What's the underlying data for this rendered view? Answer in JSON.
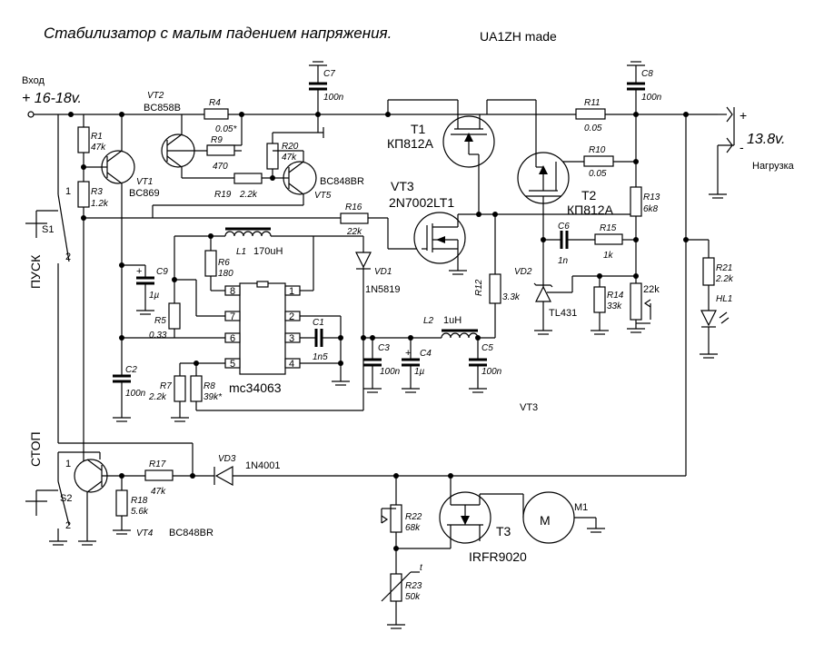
{
  "title": "Стабилизатор с малым падением напряжения.",
  "author": "UA1ZH made",
  "input": {
    "label": "Вход",
    "voltage": "+ 16-18v."
  },
  "output": {
    "voltage": "13.8v.",
    "load": "Нагрузка",
    "plus": "+",
    "minus": "-"
  },
  "buttons": {
    "start": "ПУСК",
    "stop": "СТОП",
    "s1": "S1",
    "s2": "S2",
    "pin1": "1",
    "pin2": "2"
  },
  "transistors": {
    "vt1_name": "VT1",
    "vt1_type": "BC869",
    "vt2_name": "VT2",
    "vt2_type": "BC858B",
    "vt5_name": "VT5",
    "vt5_type": "BC848BR",
    "vt4_name": "VT4",
    "vt4_type": "BC848BR",
    "vt3_name": "VT3",
    "vt3_type": "2N7002LT1",
    "vt3_extra": "VT3",
    "t1_name": "T1",
    "t1_type": "КП812А",
    "t2_name": "T2",
    "t2_type": "КП812А",
    "t3_name": "T3",
    "t3_type": "IRFR9020"
  },
  "resistors": {
    "r1": "R1",
    "r1v": "47k",
    "r3": "R3",
    "r3v": "1.2k",
    "r4": "R4",
    "r4v": "0.05*",
    "r5": "R5",
    "r5v": "0.33",
    "r6": "R6",
    "r6v": "180",
    "r7": "R7",
    "r7v": "2.2k",
    "r8": "R8",
    "r8v": "39k*",
    "r9": "R9",
    "r9v": "470",
    "r10": "R10",
    "r10v": "0.05",
    "r11": "R11",
    "r11v": "0.05",
    "r12": "R12",
    "r12v": "3.3k",
    "r13": "R13",
    "r13v": "6k8",
    "r14": "R14",
    "r14v": "33k",
    "r15": "R15",
    "r15v": "1k",
    "r16": "R16",
    "r16v": "22k",
    "r17": "R17",
    "r17v": "47k",
    "r18": "R18",
    "r18v": "5.6k",
    "r19": "R19",
    "r19v": "2.2k",
    "r20": "R20",
    "r20v": "47k",
    "r21": "R21",
    "r21v": "2.2k",
    "r22": "R22",
    "r22v": "68k",
    "r23": "R23",
    "r23v": "50k",
    "r23t": "t",
    "trim": "22k"
  },
  "capacitors": {
    "c1": "C1",
    "c1v": "1n5",
    "c2": "C2",
    "c2v": "100n",
    "c3": "C3",
    "c3v": "100n",
    "c4": "C4",
    "c4v": "1µ",
    "c5": "C5",
    "c5v": "100n",
    "c6": "C6",
    "c6v": "1n",
    "c7": "C7",
    "c7v": "100n",
    "c8": "C8",
    "c8v": "100n",
    "c9": "C9",
    "c9v": "1µ",
    "plus": "+"
  },
  "inductors": {
    "l1": "L1",
    "l1v": "170uH",
    "l2": "L2",
    "l2v": "1uH"
  },
  "diodes": {
    "vd1": "VD1",
    "vd1v": "1N5819",
    "vd2": "VD2",
    "vd2v": "TL431",
    "vd3": "VD3",
    "vd3v": "1N4001"
  },
  "led": {
    "name": "HL1"
  },
  "ic": {
    "name": "mc34063",
    "pins": [
      "8",
      "7",
      "6",
      "5",
      "1",
      "2",
      "3",
      "4"
    ]
  },
  "motor": {
    "name": "M1",
    "symbol": "M"
  }
}
